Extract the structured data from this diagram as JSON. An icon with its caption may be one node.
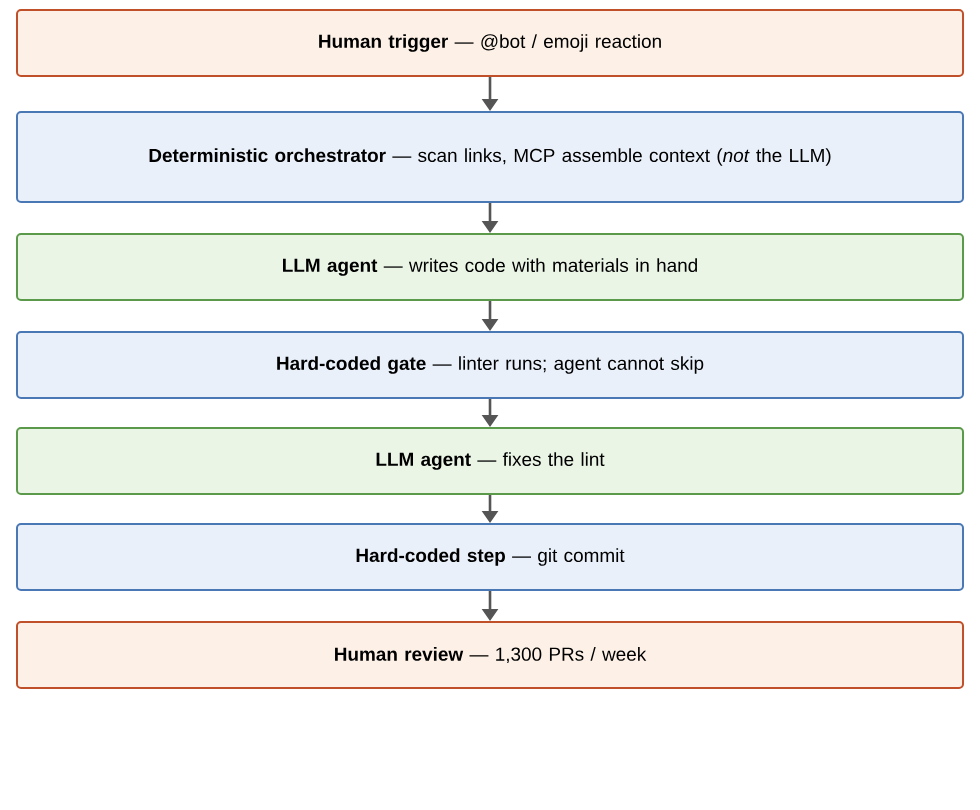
{
  "diagram": {
    "nodes": [
      {
        "text": [
          "**Human trigger** — @bot / emoji reaction"
        ]
      },
      {
        "text": [
          "**Deterministic orchestrator** — scan links, MCP assemble context (*not* the LLM)"
        ]
      },
      {
        "text": [
          "**LLM agent** — writes code with materials in hand"
        ]
      },
      {
        "text": [
          "**Hard-coded gate** — linter runs; agent cannot skip"
        ]
      },
      {
        "text": [
          "**LLM agent** — fixes the lint"
        ]
      },
      {
        "text": [
          "**Hard-coded step** — git commit"
        ]
      },
      {
        "text": [
          "**Human review** — 1,300 PRs / week"
        ]
      }
    ],
    "edges": [
      {
        "from": 0,
        "to": 1,
        "arrow": "to"
      },
      {
        "from": 1,
        "to": 2,
        "arrow": "to"
      },
      {
        "from": 2,
        "to": 3,
        "arrow": "to"
      },
      {
        "from": 3,
        "to": 4,
        "arrow": "to"
      },
      {
        "from": 4,
        "to": 5,
        "arrow": "to"
      },
      {
        "from": 5,
        "to": 6,
        "arrow": "to"
      }
    ]
  }
}
